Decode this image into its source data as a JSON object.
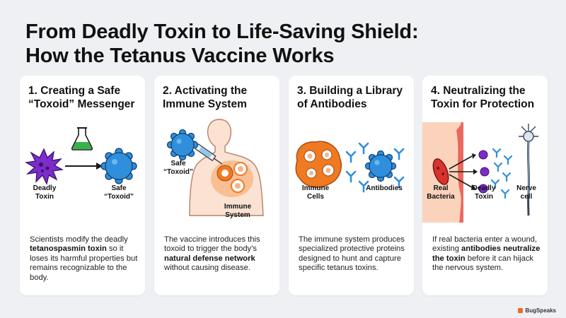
{
  "title": {
    "line1": "From Deadly Toxin to Life-Saving Shield:",
    "line2": "How the Tetanus Vaccine Works"
  },
  "cards": [
    {
      "title_line1": "1. Creating a Safe",
      "title_line2": "“Toxoid” Messenger",
      "labels": {
        "deadly_1": "Deadly",
        "deadly_2": "Toxin",
        "safe_1": "Safe",
        "safe_2": "“Toxoid”"
      },
      "desc_pre": "Scientists modify the deadly ",
      "desc_bold": "tetanospasmin toxin",
      "desc_post": " so it loses its harmful properties but remains recognizable to the body."
    },
    {
      "title_line1": "2. Activating the",
      "title_line2": "Immune System",
      "labels": {
        "safe_1": "Safe",
        "safe_2": "“Toxoid”",
        "immune_1": "Immune",
        "immune_2": "System"
      },
      "desc_pre": "The vaccine introduces this toxoid to trigger the body’s ",
      "desc_bold": "natural defense network",
      "desc_post": " without causing disease."
    },
    {
      "title_line1": "3. Building a Library",
      "title_line2": "of Antibodies",
      "labels": {
        "cells_1": "Immune",
        "cells_2": "Cells",
        "antibodies": "Antibodies"
      },
      "desc_pre": "The immune system produces specialized protective proteins designed to hunt and capture specific tetanus toxins.",
      "desc_bold": "",
      "desc_post": ""
    },
    {
      "title_line1": "4. Neutralizing the",
      "title_line2": "Toxin for Protection",
      "labels": {
        "real_1": "Real",
        "real_2": "Bacteria",
        "deadly_1": "Deadly",
        "deadly_2": "Toxin",
        "nerve_1": "Nerve",
        "nerve_2": "cell"
      },
      "desc_pre": "If real bacteria enter a wound, existing ",
      "desc_bold": "antibodies neutralize the toxin",
      "desc_post": " before it can hijack the nervous system."
    }
  ],
  "brand": "BugSpeaks",
  "colors": {
    "toxin_purple": "#7b2cc9",
    "toxoid_blue": "#2f8fdc",
    "vaccine_green": "#34b34a",
    "immune_orange": "#f07a22",
    "bacteria_red": "#d8322e",
    "skin": "#fbe2d2",
    "background": "#eef0f3"
  }
}
